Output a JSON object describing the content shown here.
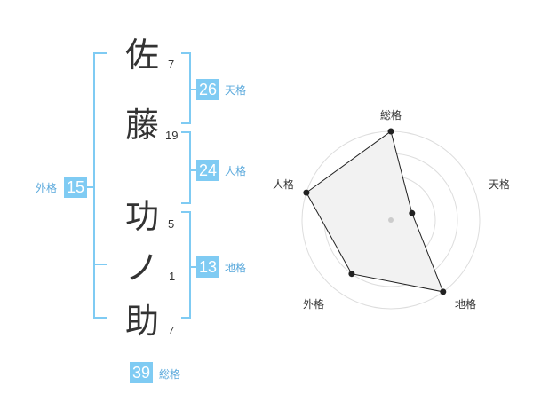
{
  "name_chars": [
    {
      "char": "佐",
      "strokes": "7"
    },
    {
      "char": "藤",
      "strokes": "19"
    },
    {
      "char": "功",
      "strokes": "5"
    },
    {
      "char": "ノ",
      "strokes": "1"
    },
    {
      "char": "助",
      "strokes": "7"
    }
  ],
  "fortunes": {
    "tenkaku": {
      "value": "26",
      "label": "天格"
    },
    "jinkaku": {
      "value": "24",
      "label": "人格"
    },
    "chikaku": {
      "value": "13",
      "label": "地格"
    },
    "gaikaku": {
      "value": "15",
      "label": "外格"
    },
    "soukaku": {
      "value": "39",
      "label": "総格"
    }
  },
  "colors": {
    "accent": "#7fcbf3",
    "badge_label": "#5aa9dc",
    "text": "#333333",
    "radar_fill": "#f2f2f2",
    "radar_stroke": "#222222",
    "grid": "#dddddd"
  },
  "chart_data": {
    "type": "radar",
    "categories": [
      "総格",
      "天格",
      "地格",
      "外格",
      "人格"
    ],
    "values": [
      4,
      1,
      4,
      3,
      4
    ],
    "range": [
      0,
      4
    ],
    "rings": 4,
    "grid": true
  }
}
